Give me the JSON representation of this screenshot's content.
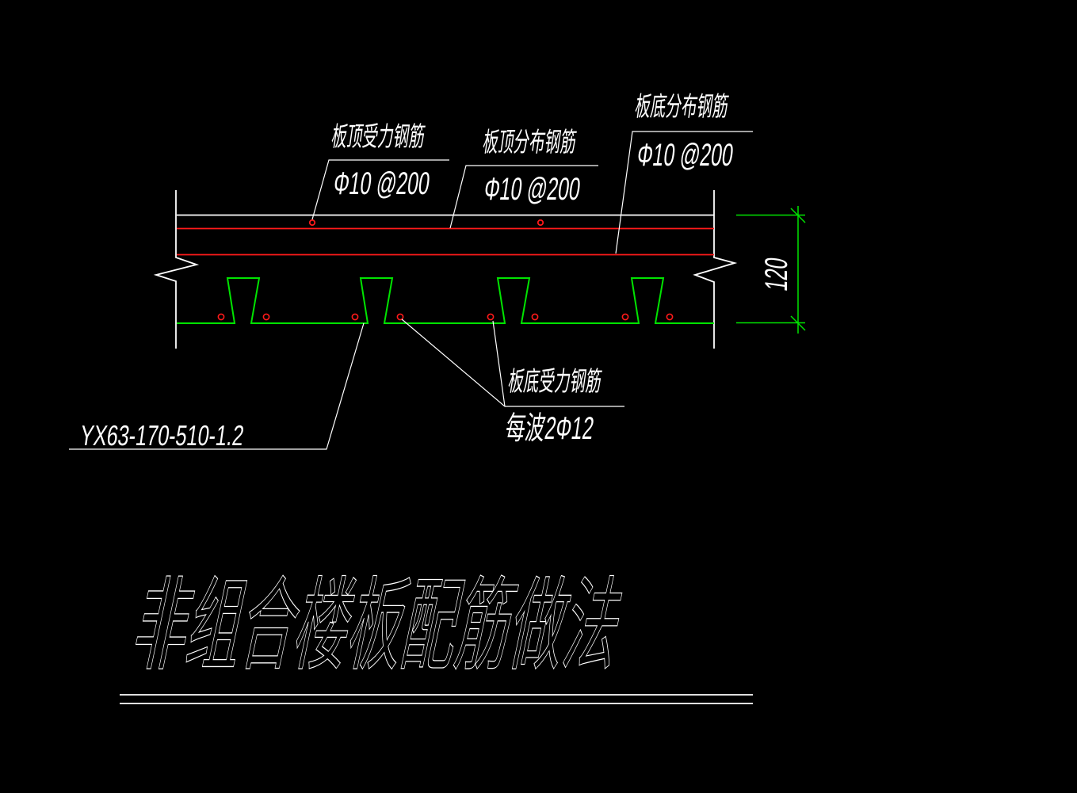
{
  "canvas": {
    "background": "#000000"
  },
  "colors": {
    "line_white": "#ffffff",
    "rebar_red": "#ff1a1a",
    "deck_green": "#00e400"
  },
  "callouts": {
    "top_main": {
      "name": "板顶受力钢筋",
      "spec": "Φ10 @200"
    },
    "top_dist": {
      "name": "板顶分布钢筋",
      "spec": "Φ10 @200"
    },
    "bottom_dist": {
      "name": "板底分布钢筋",
      "spec": "Φ10 @200"
    },
    "bottom_main": {
      "name": "板底受力钢筋",
      "spec": "每波2Φ12"
    },
    "deck_type": "YX63-170-510-1.2"
  },
  "dimension": {
    "slab_thickness": "120"
  },
  "title": "非组合楼板配筋做法"
}
